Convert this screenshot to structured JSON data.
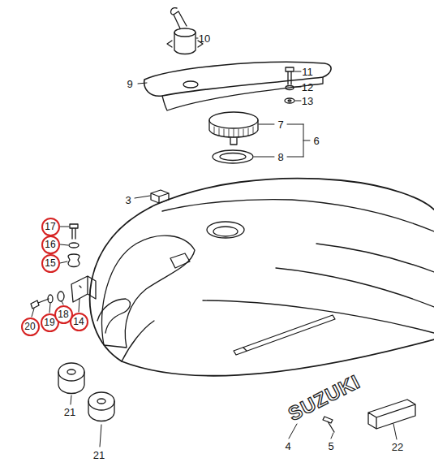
{
  "diagram": {
    "nodes": [
      {
        "text": [
          "17"
        ]
      },
      {
        "text": [
          "16"
        ]
      },
      {
        "text": [
          "15"
        ]
      },
      {
        "text": [
          "20"
        ]
      },
      {
        "text": [
          "19"
        ]
      },
      {
        "text": [
          "18"
        ]
      },
      {
        "text": [
          "14"
        ]
      }
    ],
    "labels": [
      "10",
      "9",
      "11",
      "12",
      "13",
      "7",
      "6",
      "8",
      "3",
      "21",
      "21",
      "SUZUKI",
      "4",
      "5",
      "22"
    ]
  }
}
